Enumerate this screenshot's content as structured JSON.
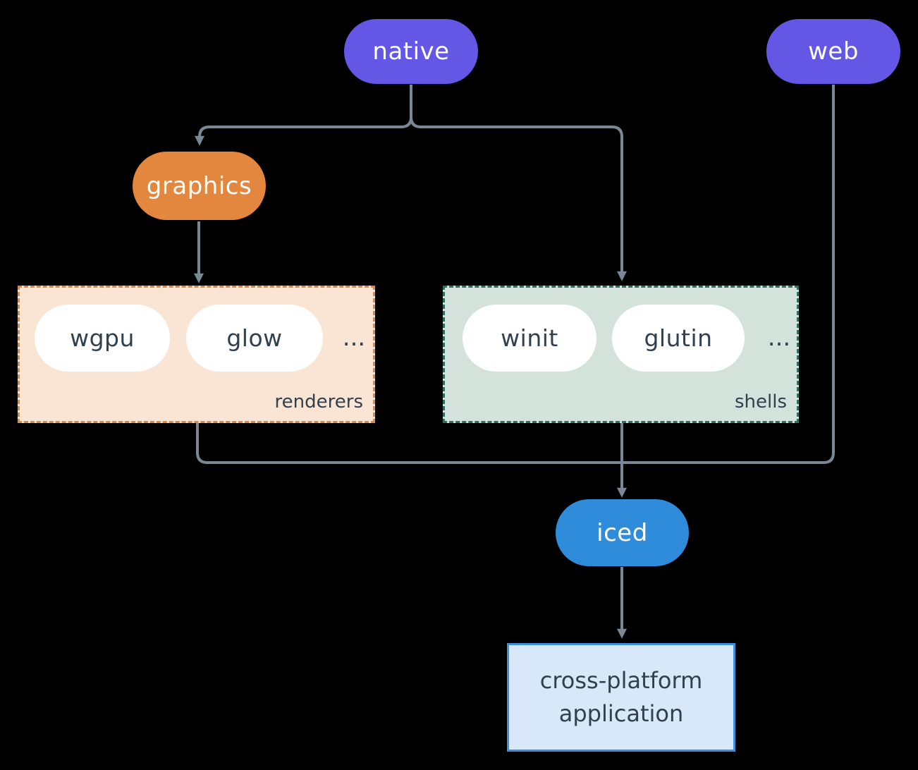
{
  "nodes": {
    "native": "native",
    "web": "web",
    "graphics": "graphics",
    "iced": "iced",
    "application": "cross-platform application"
  },
  "groups": {
    "renderers": {
      "label": "renderers",
      "pills": [
        "wgpu",
        "glow"
      ],
      "ellipsis": "..."
    },
    "shells": {
      "label": "shells",
      "pills": [
        "winit",
        "glutin"
      ],
      "ellipsis": "..."
    }
  },
  "colors": {
    "background": "#000000",
    "native_web": "#6557E6",
    "graphics": "#E2873D",
    "iced": "#2F8CDB",
    "renderers_bg": "#FAE5D5",
    "renderers_border": "#E2873D",
    "shells_bg": "#D4E2DC",
    "shells_border": "#2E6E63",
    "app_bg": "#D8E8F8",
    "app_border": "#3D8FDE",
    "pill_bg": "#FFFFFF",
    "text_dark": "#31404F",
    "text_light": "#FFFFFF",
    "connector": "#7A8794"
  }
}
